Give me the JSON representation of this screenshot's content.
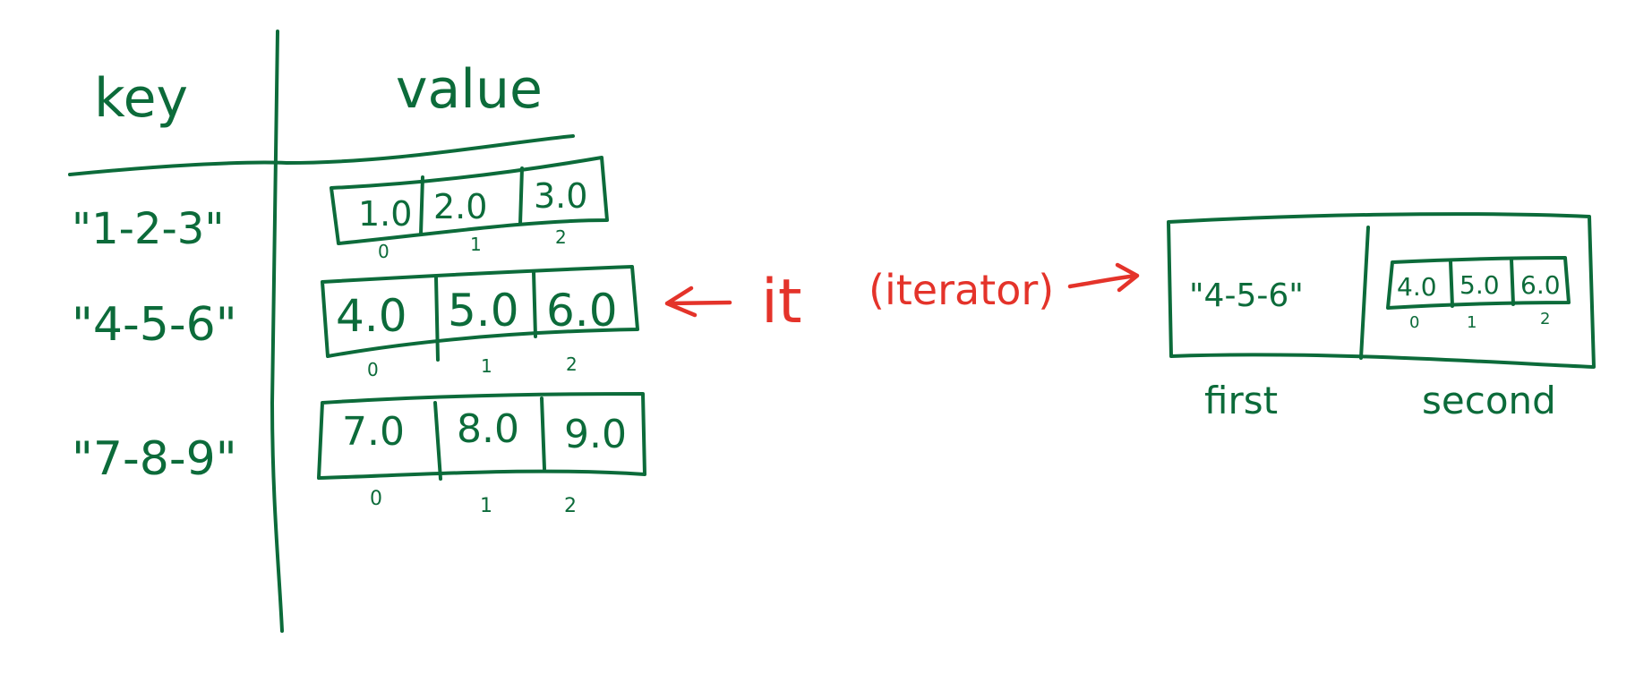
{
  "colors": {
    "ink": "#0c6b3a",
    "accent": "#e4332a",
    "background": "#ffffff"
  },
  "table": {
    "key_header": "key",
    "value_header": "value",
    "rows": [
      {
        "key": "\"1-2-3\"",
        "values": [
          "1.0",
          "2.0",
          "3.0"
        ],
        "indices": [
          "0",
          "1",
          "2"
        ]
      },
      {
        "key": "\"4-5-6\"",
        "values": [
          "4.0",
          "5.0",
          "6.0"
        ],
        "indices": [
          "0",
          "1",
          "2"
        ]
      },
      {
        "key": "\"7-8-9\"",
        "values": [
          "7.0",
          "8.0",
          "9.0"
        ],
        "indices": [
          "0",
          "1",
          "2"
        ]
      }
    ]
  },
  "iterator": {
    "label": "it",
    "note": "(iterator)"
  },
  "pair": {
    "key": "\"4-5-6\"",
    "values": [
      "4.0",
      "5.0",
      "6.0"
    ],
    "indices": [
      "0",
      "1",
      "2"
    ],
    "first_label": "first",
    "second_label": "second"
  }
}
